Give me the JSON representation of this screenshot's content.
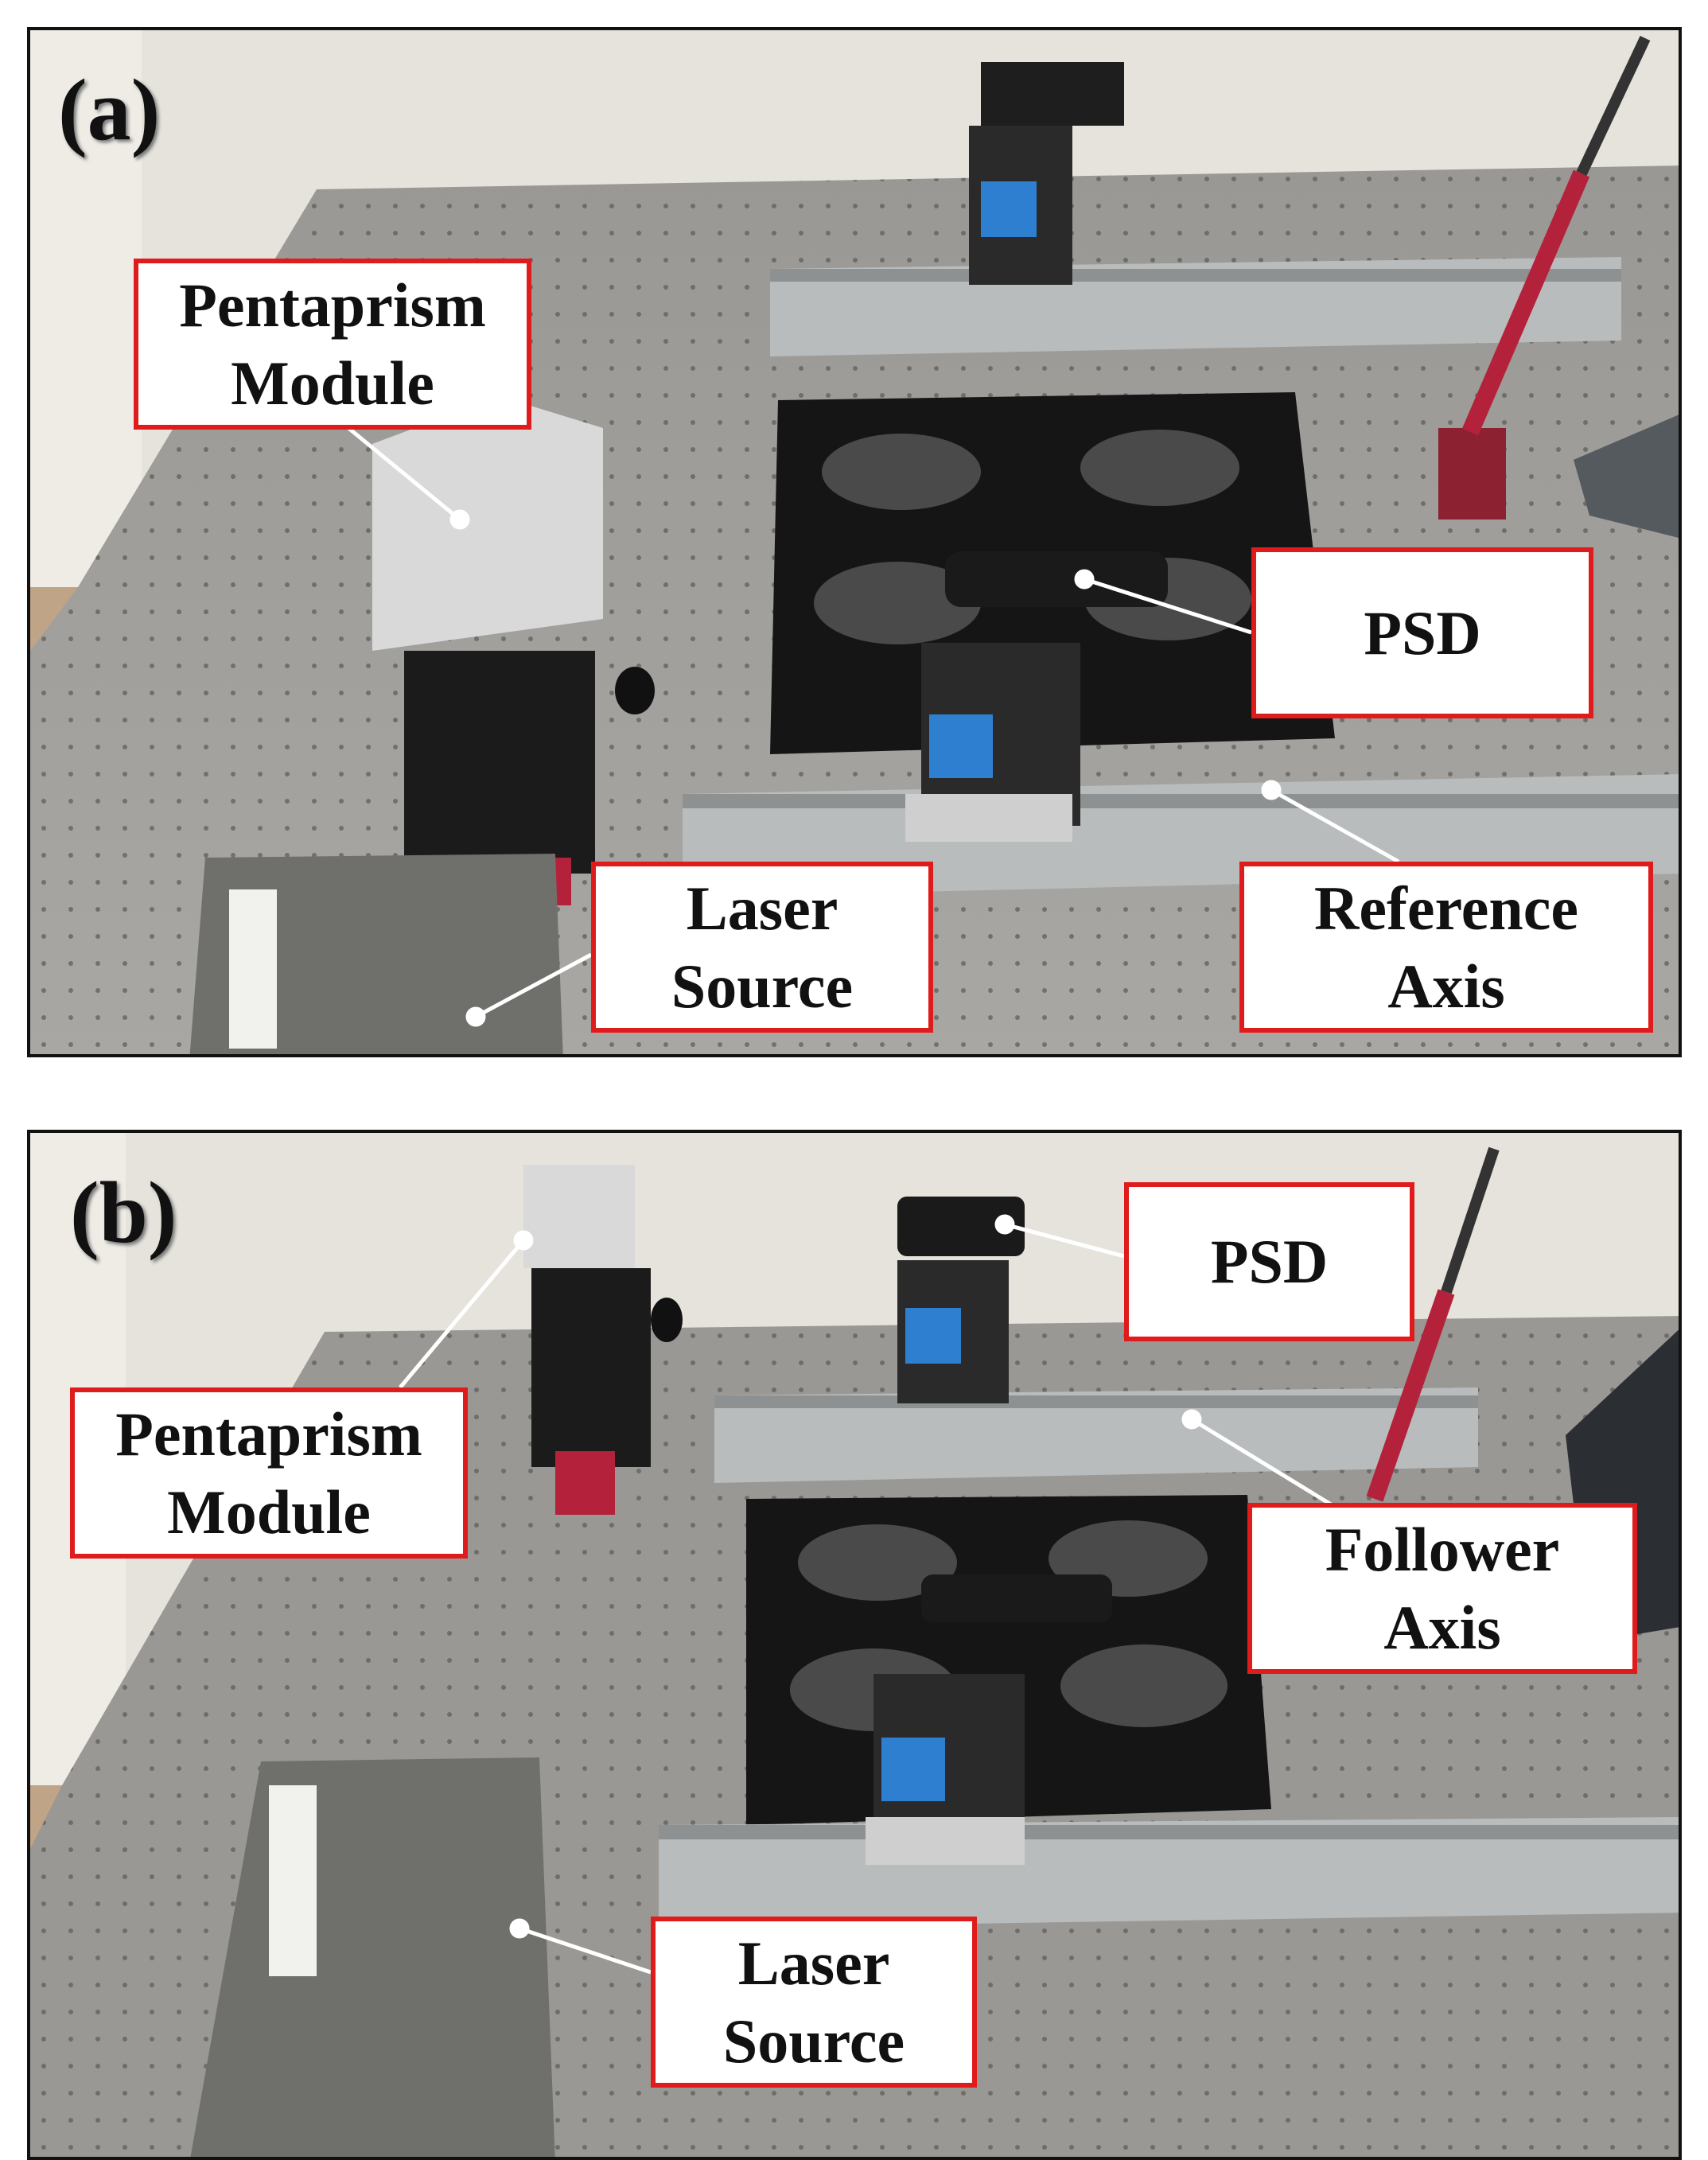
{
  "panels": [
    {
      "letter": "(a)",
      "labels": [
        {
          "id": "pentaprism",
          "lines": [
            "Pentaprism",
            "Module"
          ]
        },
        {
          "id": "psd",
          "lines": [
            "PSD"
          ]
        },
        {
          "id": "laser",
          "lines": [
            "Laser",
            "Source"
          ]
        },
        {
          "id": "axis",
          "lines": [
            "Reference",
            "Axis"
          ]
        }
      ]
    },
    {
      "letter": "(b)",
      "labels": [
        {
          "id": "psd",
          "lines": [
            "PSD"
          ]
        },
        {
          "id": "pentaprism",
          "lines": [
            "Pentaprism",
            "Module"
          ]
        },
        {
          "id": "axis",
          "lines": [
            "Follower",
            "Axis"
          ]
        },
        {
          "id": "laser",
          "lines": [
            "Laser",
            "Source"
          ]
        }
      ]
    }
  ],
  "colors": {
    "label_border": "#e01b1b",
    "table": "#8d8b87",
    "wall": "#e6e3dc",
    "breadboard": "#151515",
    "rail": "#b9bcbd",
    "stand_red": "#b3223a"
  }
}
